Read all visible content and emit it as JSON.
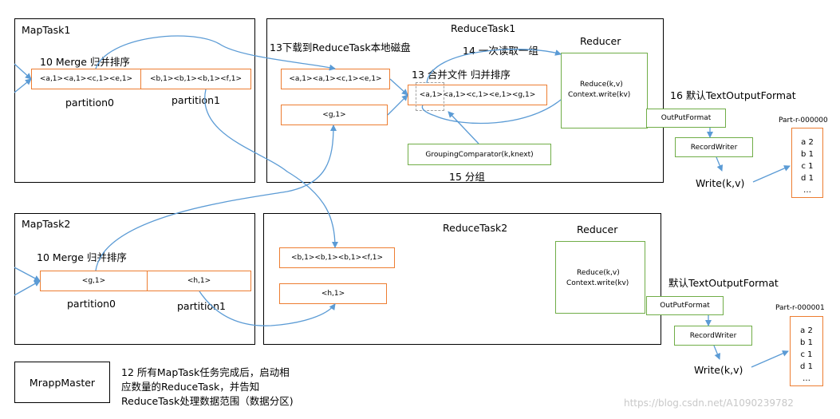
{
  "maptask1": {
    "title": "MapTask1",
    "merge": "10 Merge 归并排序",
    "p0_content": "<a,1><a,1><c,1><e,1>",
    "p1_content": "<b,1><b,1><b,1><f,1>",
    "p0_label": "partition0",
    "p1_label": "partition1"
  },
  "maptask2": {
    "title": "MapTask2",
    "merge": "10 Merge 归并排序",
    "p0_content": "<g,1>",
    "p1_content": "<h,1>",
    "p0_label": "partition0",
    "p1_label": "partition1"
  },
  "reducetask1": {
    "title": "ReduceTask1",
    "download": "13下载到ReduceTask本地磁盘",
    "read_group": "14 一次读取一组",
    "merge_file": "13 合并文件 归并排序",
    "seg1": "<a,1><a,1><c,1><e,1>",
    "seg2": "<g,1>",
    "merged": "<a,1><a,1><c,1><e,1><g,1>",
    "grouping": "GroupingComparator(k,knext)",
    "group_label": "15 分组",
    "reducer_title": "Reducer",
    "reduce_line1": "Reduce(k,v)",
    "reduce_line2": "Context.write(kv)",
    "output_label": "16 默认TextOutputFormat",
    "outputformat": "OutPutFormat",
    "recordwriter": "RecordWriter",
    "write": "Write(k,v)",
    "part_name": "Part-r-000000",
    "part_lines": [
      "a 2",
      "b 1",
      "c 1",
      "d 1",
      "…"
    ]
  },
  "reducetask2": {
    "title": "ReduceTask2",
    "seg1": "<b,1><b,1><b,1><f,1>",
    "seg2": "<h,1>",
    "reducer_title": "Reducer",
    "reduce_line1": "Reduce(k,v)",
    "reduce_line2": "Context.write(kv)",
    "output_label": "默认TextOutputFormat",
    "outputformat": "OutPutFormat",
    "recordwriter": "RecordWriter",
    "write": "Write(k,v)",
    "part_name": "Part-r-000001",
    "part_lines": [
      "a 2",
      "b 1",
      "c 1",
      "d 1",
      "…"
    ]
  },
  "master": {
    "title": "MrappMaster",
    "note_line1": "12 所有MapTask任务完成后，启动相",
    "note_line2": "应数量的ReduceTask，并告知",
    "note_line3": "ReduceTask处理数据范围（数据分区)"
  },
  "watermark": "https://blog.csdn.net/A1090239782",
  "colors": {
    "arrow": "#5b9bd5",
    "orange": "#ed7d31",
    "green": "#70ad47"
  }
}
